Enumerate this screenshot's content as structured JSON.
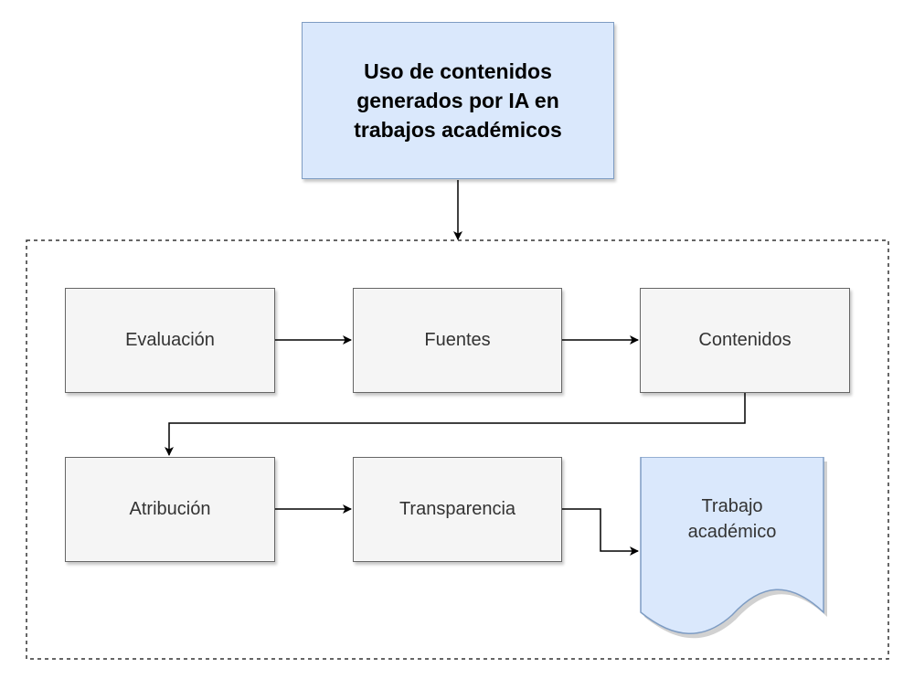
{
  "title": "Uso de contenidos generados por IA en trabajos académicos",
  "steps": {
    "evaluacion": "Evaluación",
    "fuentes": "Fuentes",
    "contenidos": "Contenidos",
    "atribucion": "Atribución",
    "transparencia": "Transparencia"
  },
  "document": {
    "label": "Trabajo académico"
  },
  "colors": {
    "title_fill": "#dae8fc",
    "title_stroke": "#7e9cc3",
    "step_fill": "#f5f5f5",
    "step_stroke": "#666666",
    "document_fill": "#dae8fc",
    "document_stroke": "#7e9cc3",
    "connector": "#000000",
    "group_border": "#333333"
  }
}
